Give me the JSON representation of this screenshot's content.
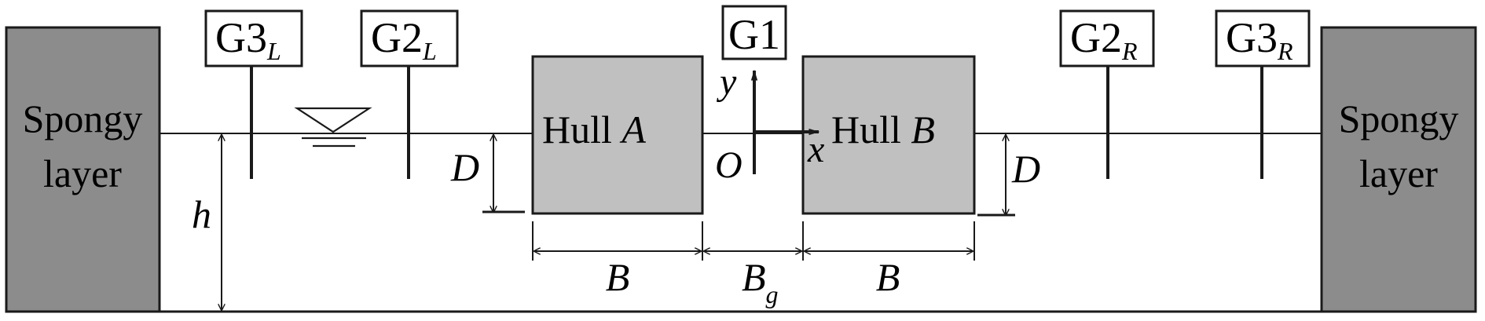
{
  "colors": {
    "hull_fill": "#c0c0c0",
    "sponge_fill": "#8c8c8c",
    "line": "#1a1a1a"
  },
  "sponge_left": {
    "line1": "Spongy",
    "line2": "layer"
  },
  "sponge_right": {
    "line1": "Spongy",
    "line2": "layer"
  },
  "gauges": {
    "g3l": {
      "main": "G3",
      "sub": "L"
    },
    "g2l": {
      "main": "G2",
      "sub": "L"
    },
    "g1": {
      "main": "G1"
    },
    "g2r": {
      "main": "G2",
      "sub": "R"
    },
    "g3r": {
      "main": "G3",
      "sub": "R"
    }
  },
  "hull_a": {
    "prefix": "Hull ",
    "letter": "A"
  },
  "hull_b": {
    "prefix": "Hull ",
    "letter": "B"
  },
  "dims": {
    "draft_left": "D",
    "draft_right": "D",
    "depth": "h",
    "width_a": "B",
    "gap_main": "B",
    "gap_sub": "g",
    "width_b": "B"
  },
  "axes": {
    "x": "x",
    "y": "y",
    "origin": "O"
  },
  "icons": {
    "free_surface": "free-surface-triangle-icon"
  }
}
